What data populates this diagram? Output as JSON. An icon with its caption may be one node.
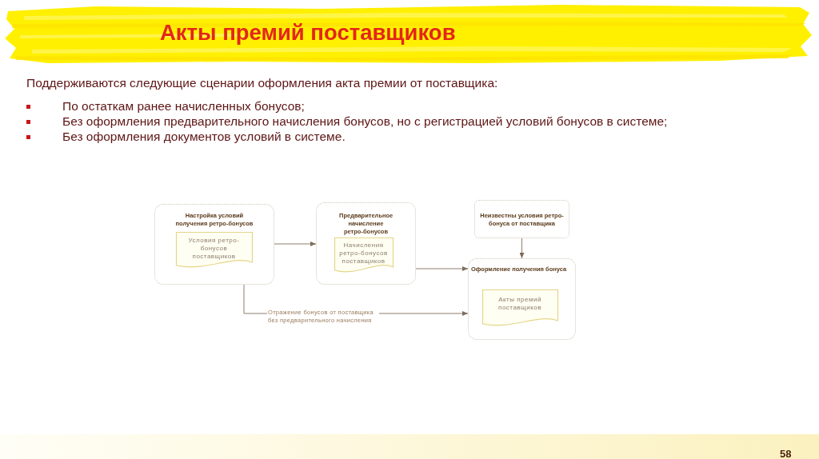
{
  "diagram": {
    "title": "Акты премий поставщиков",
    "nodes": [
      {
        "text": [
          "Настройка условий получения ретро-бонусов"
        ]
      },
      {
        "text": [
          "Условия ретро-бонусов поставщиков"
        ],
        "in": 0
      },
      {
        "text": [
          "Предварительное начисление ретро-бонусов"
        ]
      },
      {
        "text": [
          "Начисления ретро-бонусов поставщиков"
        ],
        "in": 2
      },
      {
        "text": [
          "Неизвестны условия ретро-бонуса от поставщика"
        ]
      },
      {
        "text": [
          "Оформление получения бонуса"
        ]
      },
      {
        "text": [
          "Акты премий поставщиков"
        ],
        "in": 5
      }
    ],
    "edges": [
      {
        "from": 0,
        "to": 2,
        "arrow": "to"
      },
      {
        "from": 2,
        "to": 5,
        "arrow": "to"
      },
      {
        "from": 4,
        "to": 5,
        "arrow": "to"
      },
      {
        "from": 0,
        "to": 5,
        "arrow": "to",
        "label": "Отражение бонусов от поставщика без предварительного начисления"
      }
    ],
    "labels": [
      "Поддерживаются следующие сценарии оформления акта премии от поставщика:",
      "По остаткам ранее начисленных бонусов;",
      "Без оформления предварительного начисления бонусов, но с регистрацией условий бонусов в системе;",
      "Без оформления документов условий в системе.",
      "58"
    ]
  }
}
